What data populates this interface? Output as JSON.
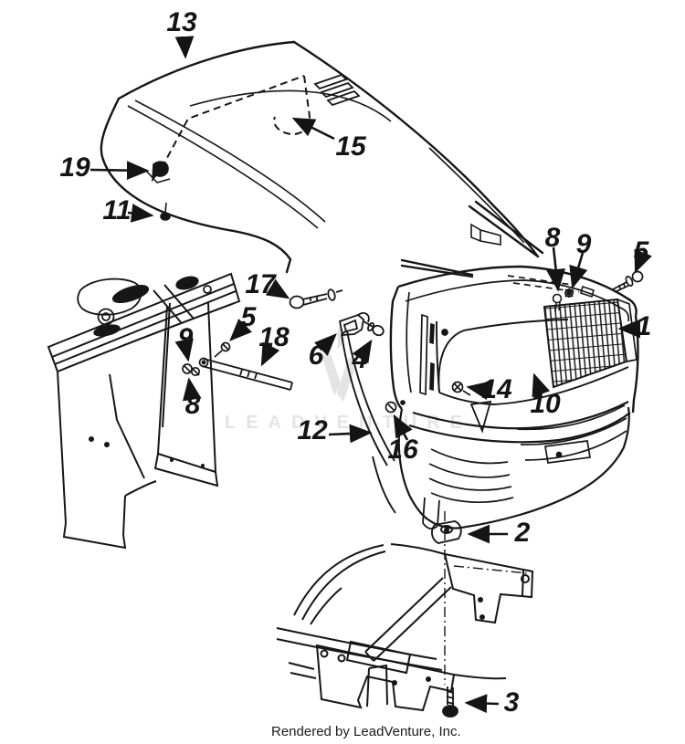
{
  "diagram": {
    "type": "exploded-parts-line-drawing",
    "subject": "tractor hood and grille assembly"
  },
  "callouts": [
    {
      "label": "13"
    },
    {
      "label": "15"
    },
    {
      "label": "19"
    },
    {
      "label": "11"
    },
    {
      "label": "8"
    },
    {
      "label": "9"
    },
    {
      "label": "5"
    },
    {
      "label": "1"
    },
    {
      "label": "17"
    },
    {
      "label": "5"
    },
    {
      "label": "18"
    },
    {
      "label": "9"
    },
    {
      "label": "6"
    },
    {
      "label": "4"
    },
    {
      "label": "8"
    },
    {
      "label": "14"
    },
    {
      "label": "10"
    },
    {
      "label": "12"
    },
    {
      "label": "16"
    },
    {
      "label": "2"
    },
    {
      "label": "3"
    }
  ],
  "watermark": {
    "text": "LEADVENTURE",
    "logo_icon": "leadventure-flame-v-icon",
    "color": "#e4e4e4"
  },
  "footer": {
    "text": "Rendered by LeadVenture, Inc."
  },
  "colors": {
    "background": "#ffffff",
    "line_art": "#161616",
    "watermark": "#e4e4e4"
  }
}
